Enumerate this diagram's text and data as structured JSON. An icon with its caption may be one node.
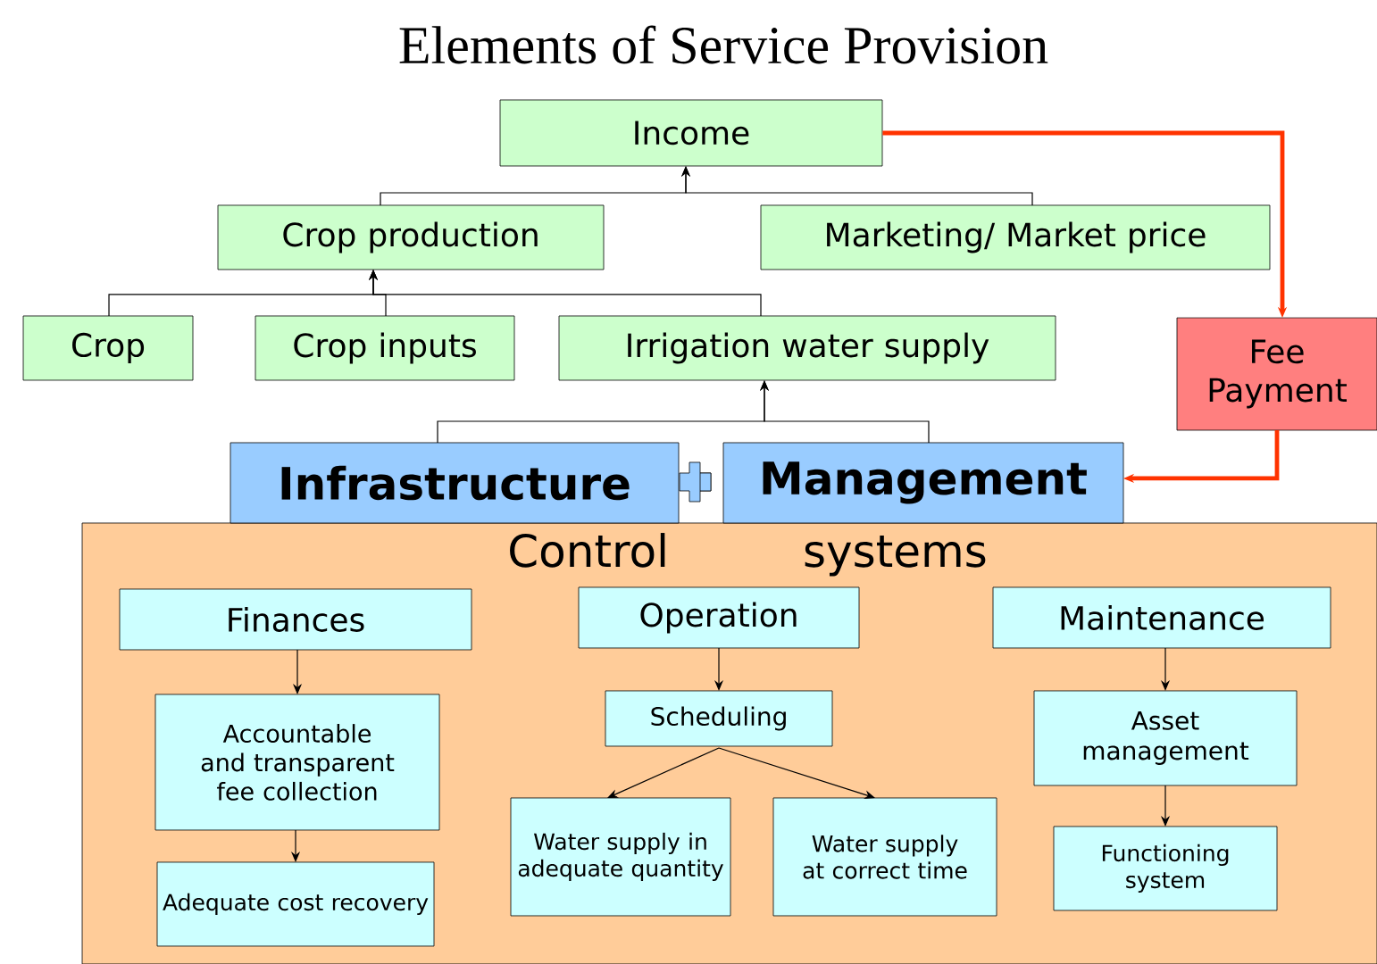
{
  "diagram": {
    "title": "Elements of Service Provision",
    "nodes": [
      {
        "text": [
          "Income"
        ]
      },
      {
        "text": [
          "Crop production"
        ]
      },
      {
        "text": [
          "Marketing/ Market price"
        ]
      },
      {
        "text": [
          "Crop"
        ]
      },
      {
        "text": [
          "Crop inputs"
        ]
      },
      {
        "text": [
          "Irrigation water supply"
        ]
      },
      {
        "text": [
          "Fee Payment"
        ]
      },
      {
        "text": [
          "Infrastructure"
        ]
      },
      {
        "text": [
          "Management"
        ]
      },
      {
        "text": [
          "Control systems"
        ]
      },
      {
        "text": [
          "Finances"
        ],
        "in": 9
      },
      {
        "text": [
          "Operation"
        ],
        "in": 9
      },
      {
        "text": [
          "Maintenance"
        ],
        "in": 9
      },
      {
        "text": [
          "Accountable and transparent fee collection"
        ],
        "in": 9
      },
      {
        "text": [
          "Adequate cost recovery"
        ],
        "in": 9
      },
      {
        "text": [
          "Scheduling"
        ],
        "in": 9
      },
      {
        "text": [
          "Water supply in adequate quantity"
        ],
        "in": 9
      },
      {
        "text": [
          "Water supply at correct time"
        ],
        "in": 9
      },
      {
        "text": [
          "Asset management"
        ],
        "in": 9
      },
      {
        "text": [
          "Functioning system"
        ],
        "in": 9
      }
    ],
    "edges": [
      {
        "from": 1,
        "to": 0,
        "arrow": "to"
      },
      {
        "from": 2,
        "to": 0,
        "arrow": "to"
      },
      {
        "from": 3,
        "to": 1,
        "arrow": "to"
      },
      {
        "from": 4,
        "to": 1,
        "arrow": "to"
      },
      {
        "from": 5,
        "to": 1,
        "arrow": "to"
      },
      {
        "from": 7,
        "to": 5,
        "arrow": "to"
      },
      {
        "from": 8,
        "to": 5,
        "arrow": "to"
      },
      {
        "from": 0,
        "to": 6,
        "arrow": "to",
        "style": "thick",
        "color": "#ff3300"
      },
      {
        "from": 6,
        "to": 8,
        "arrow": "to",
        "style": "thick",
        "color": "#ff3300"
      },
      {
        "from": 10,
        "to": 13,
        "arrow": "to"
      },
      {
        "from": 13,
        "to": 14,
        "arrow": "to"
      },
      {
        "from": 11,
        "to": 15,
        "arrow": "to"
      },
      {
        "from": 15,
        "to": 16,
        "arrow": "to"
      },
      {
        "from": 15,
        "to": 17,
        "arrow": "to"
      },
      {
        "from": 12,
        "to": 18,
        "arrow": "to"
      },
      {
        "from": 18,
        "to": 19,
        "arrow": "to"
      }
    ]
  }
}
